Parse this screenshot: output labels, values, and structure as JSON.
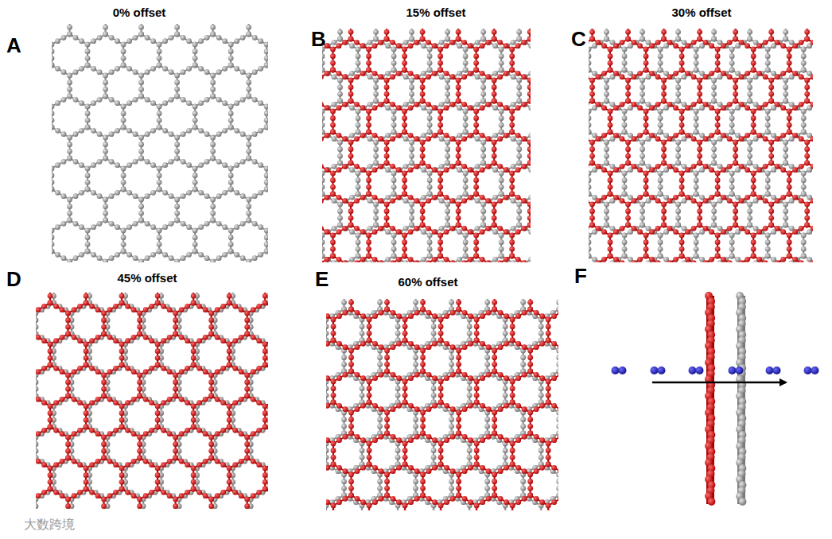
{
  "diagram": {
    "labels": [
      "A",
      "0% offset",
      "B",
      "15% offset",
      "C",
      "30% offset",
      "D",
      "45% offset",
      "E",
      "60% offset",
      "F",
      "大数跨境"
    ]
  }
}
